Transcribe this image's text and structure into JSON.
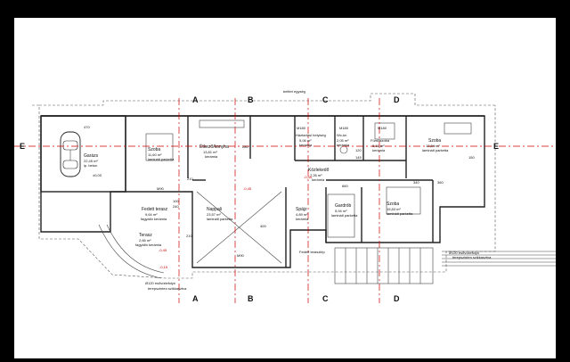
{
  "rooms": [
    {
      "name": "Garázs",
      "area": "22,45 m²",
      "floor": "ip. beton"
    },
    {
      "name": "Szoba",
      "area": "11,60 m²",
      "floor": "laminált parketta"
    },
    {
      "name": "Étkező/konyha",
      "area": "13,81 m²",
      "floor": "kerámia"
    },
    {
      "name": "Háztartási helyiség",
      "area": "5,06 m²",
      "floor": "kerámia"
    },
    {
      "name": "Wc-kn",
      "area": "2,05 m²",
      "floor": "kerámia"
    },
    {
      "name": "Fürdőszoba",
      "area": "5,16 m²",
      "floor": "kerámia"
    },
    {
      "name": "Szoba",
      "area": "12,84 m²",
      "floor": "laminált parketta"
    },
    {
      "name": "Közlekedő",
      "area": "7,26 m²",
      "floor": "kerámia"
    },
    {
      "name": "Fedett terasz",
      "area": "9,64 m²",
      "floor": "fagyálló kerámia"
    },
    {
      "name": "Nappali",
      "area": "23,57 m²",
      "floor": "laminált parketta"
    },
    {
      "name": "Spájz",
      "area": "4,89 m²",
      "floor": "kerámia"
    },
    {
      "name": "Gardrób",
      "area": "5,94 m²",
      "floor": "laminált parketta"
    },
    {
      "name": "Szoba",
      "area": "15,83 m²",
      "floor": "laminált parketta"
    },
    {
      "name": "Terasz",
      "area": "2,66 m²",
      "floor": "fagyálló kerámia"
    },
    {
      "name": "Fedett teraszlép",
      "area": "",
      "floor": ""
    }
  ],
  "section_marks": {
    "A": "A",
    "B": "B",
    "C": "C",
    "D": "D",
    "E": "E"
  },
  "notes": {
    "top_note": "beltéri egység",
    "drain_right": "Ø120 esővízlefolyó",
    "drain_right_2": "terepszinten szikkasztva",
    "drain_left": "Ø120 esővízlefolyó",
    "drain_left_2": "terepszinten szikkasztva"
  },
  "levels": {
    "garage": "±0,00",
    "terrace_left": "-0,45",
    "terrace_step": "-0,15",
    "living": "-0,45",
    "hall": "-0,45"
  },
  "dimensions": {
    "garage_width": "470",
    "lintel_1": "M90",
    "lintel_2": "M90",
    "lintel_3": "M180",
    "lintel_4": "M180",
    "lintel_5": "M180",
    "hall_width": "660",
    "living_height": "400",
    "kitchen_height": "280",
    "right_width": "360",
    "room_width": "340",
    "dim_210a": "210",
    "dim_210b": "210",
    "dim_100": "100",
    "dim_240": "240",
    "dim_120": "120",
    "dim_145": "145",
    "dim_150": "150"
  }
}
